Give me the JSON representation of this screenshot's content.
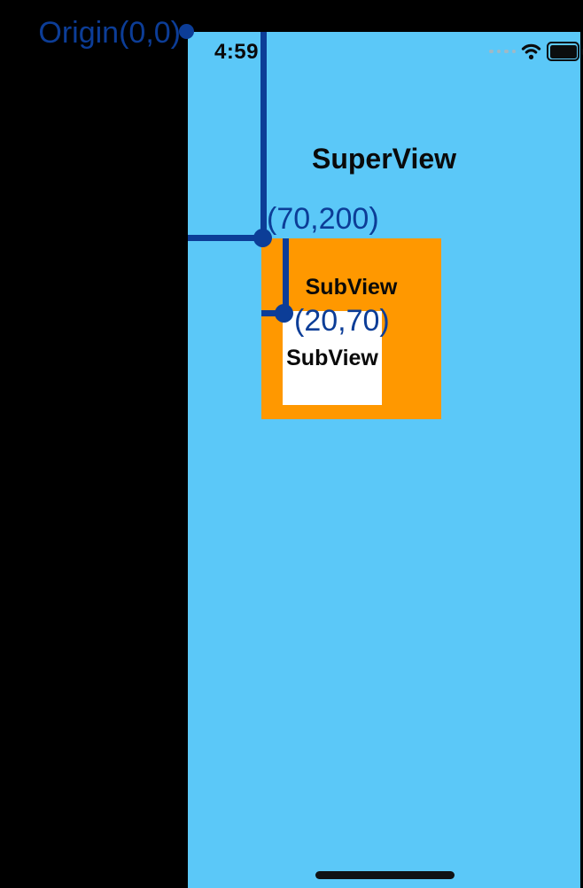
{
  "colors": {
    "background": "#000000",
    "screen_blue": "#5BC8F8",
    "subview_orange": "#FF9800",
    "subview_white": "#FFFFFF",
    "annotation_navy": "#0C3D97"
  },
  "status_bar": {
    "time": "4:59",
    "icons": [
      "cellular-dots",
      "wifi",
      "battery"
    ]
  },
  "views": {
    "superview_label": "SuperView",
    "orange_subview_label": "SubView",
    "white_subview_label": "SubView"
  },
  "annotations": {
    "origin_label": "Origin(0,0)",
    "orange_subview_origin_label": "(70,200)",
    "white_subview_origin_label": "(20,70)"
  }
}
